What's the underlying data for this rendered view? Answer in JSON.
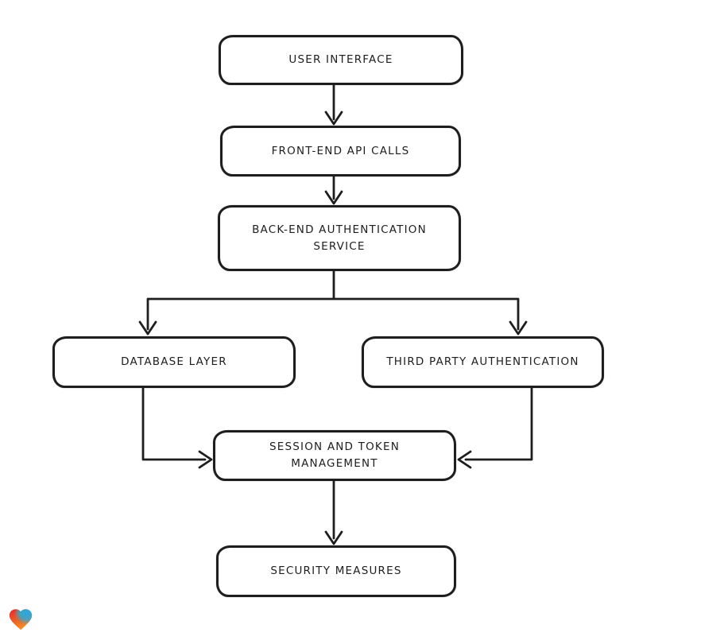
{
  "diagram": {
    "type": "flowchart",
    "nodes": [
      {
        "id": "user-interface",
        "label": "USER INTERFACE"
      },
      {
        "id": "front-end-api-calls",
        "label": "FRONT-END API CALLS"
      },
      {
        "id": "back-end-authentication-service",
        "label": "BACK-END AUTHENTICATION SERVICE"
      },
      {
        "id": "database-layer",
        "label": "DATABASE LAYER"
      },
      {
        "id": "third-party-authentication",
        "label": "THIRD PARTY AUTHENTICATION"
      },
      {
        "id": "session-and-token-management",
        "label": "SESSION AND TOKEN MANAGEMENT"
      },
      {
        "id": "security-measures",
        "label": "SECURITY MEASURES"
      }
    ],
    "edges": [
      {
        "from": "user-interface",
        "to": "front-end-api-calls"
      },
      {
        "from": "front-end-api-calls",
        "to": "back-end-authentication-service"
      },
      {
        "from": "back-end-authentication-service",
        "to": "database-layer"
      },
      {
        "from": "back-end-authentication-service",
        "to": "third-party-authentication"
      },
      {
        "from": "database-layer",
        "to": "session-and-token-management"
      },
      {
        "from": "third-party-authentication",
        "to": "session-and-token-management"
      },
      {
        "from": "session-and-token-management",
        "to": "security-measures"
      }
    ],
    "colors": {
      "stroke": "#1e1e1e",
      "node_fill": "#ffffff",
      "canvas_bg": "#ffffff"
    }
  },
  "branding": {
    "logo_icon": "heart-icon",
    "logo_colors": {
      "red": "#e6242e",
      "orange": "#f7941d",
      "green": "#4caf50",
      "blue": "#2ba9e0"
    }
  }
}
